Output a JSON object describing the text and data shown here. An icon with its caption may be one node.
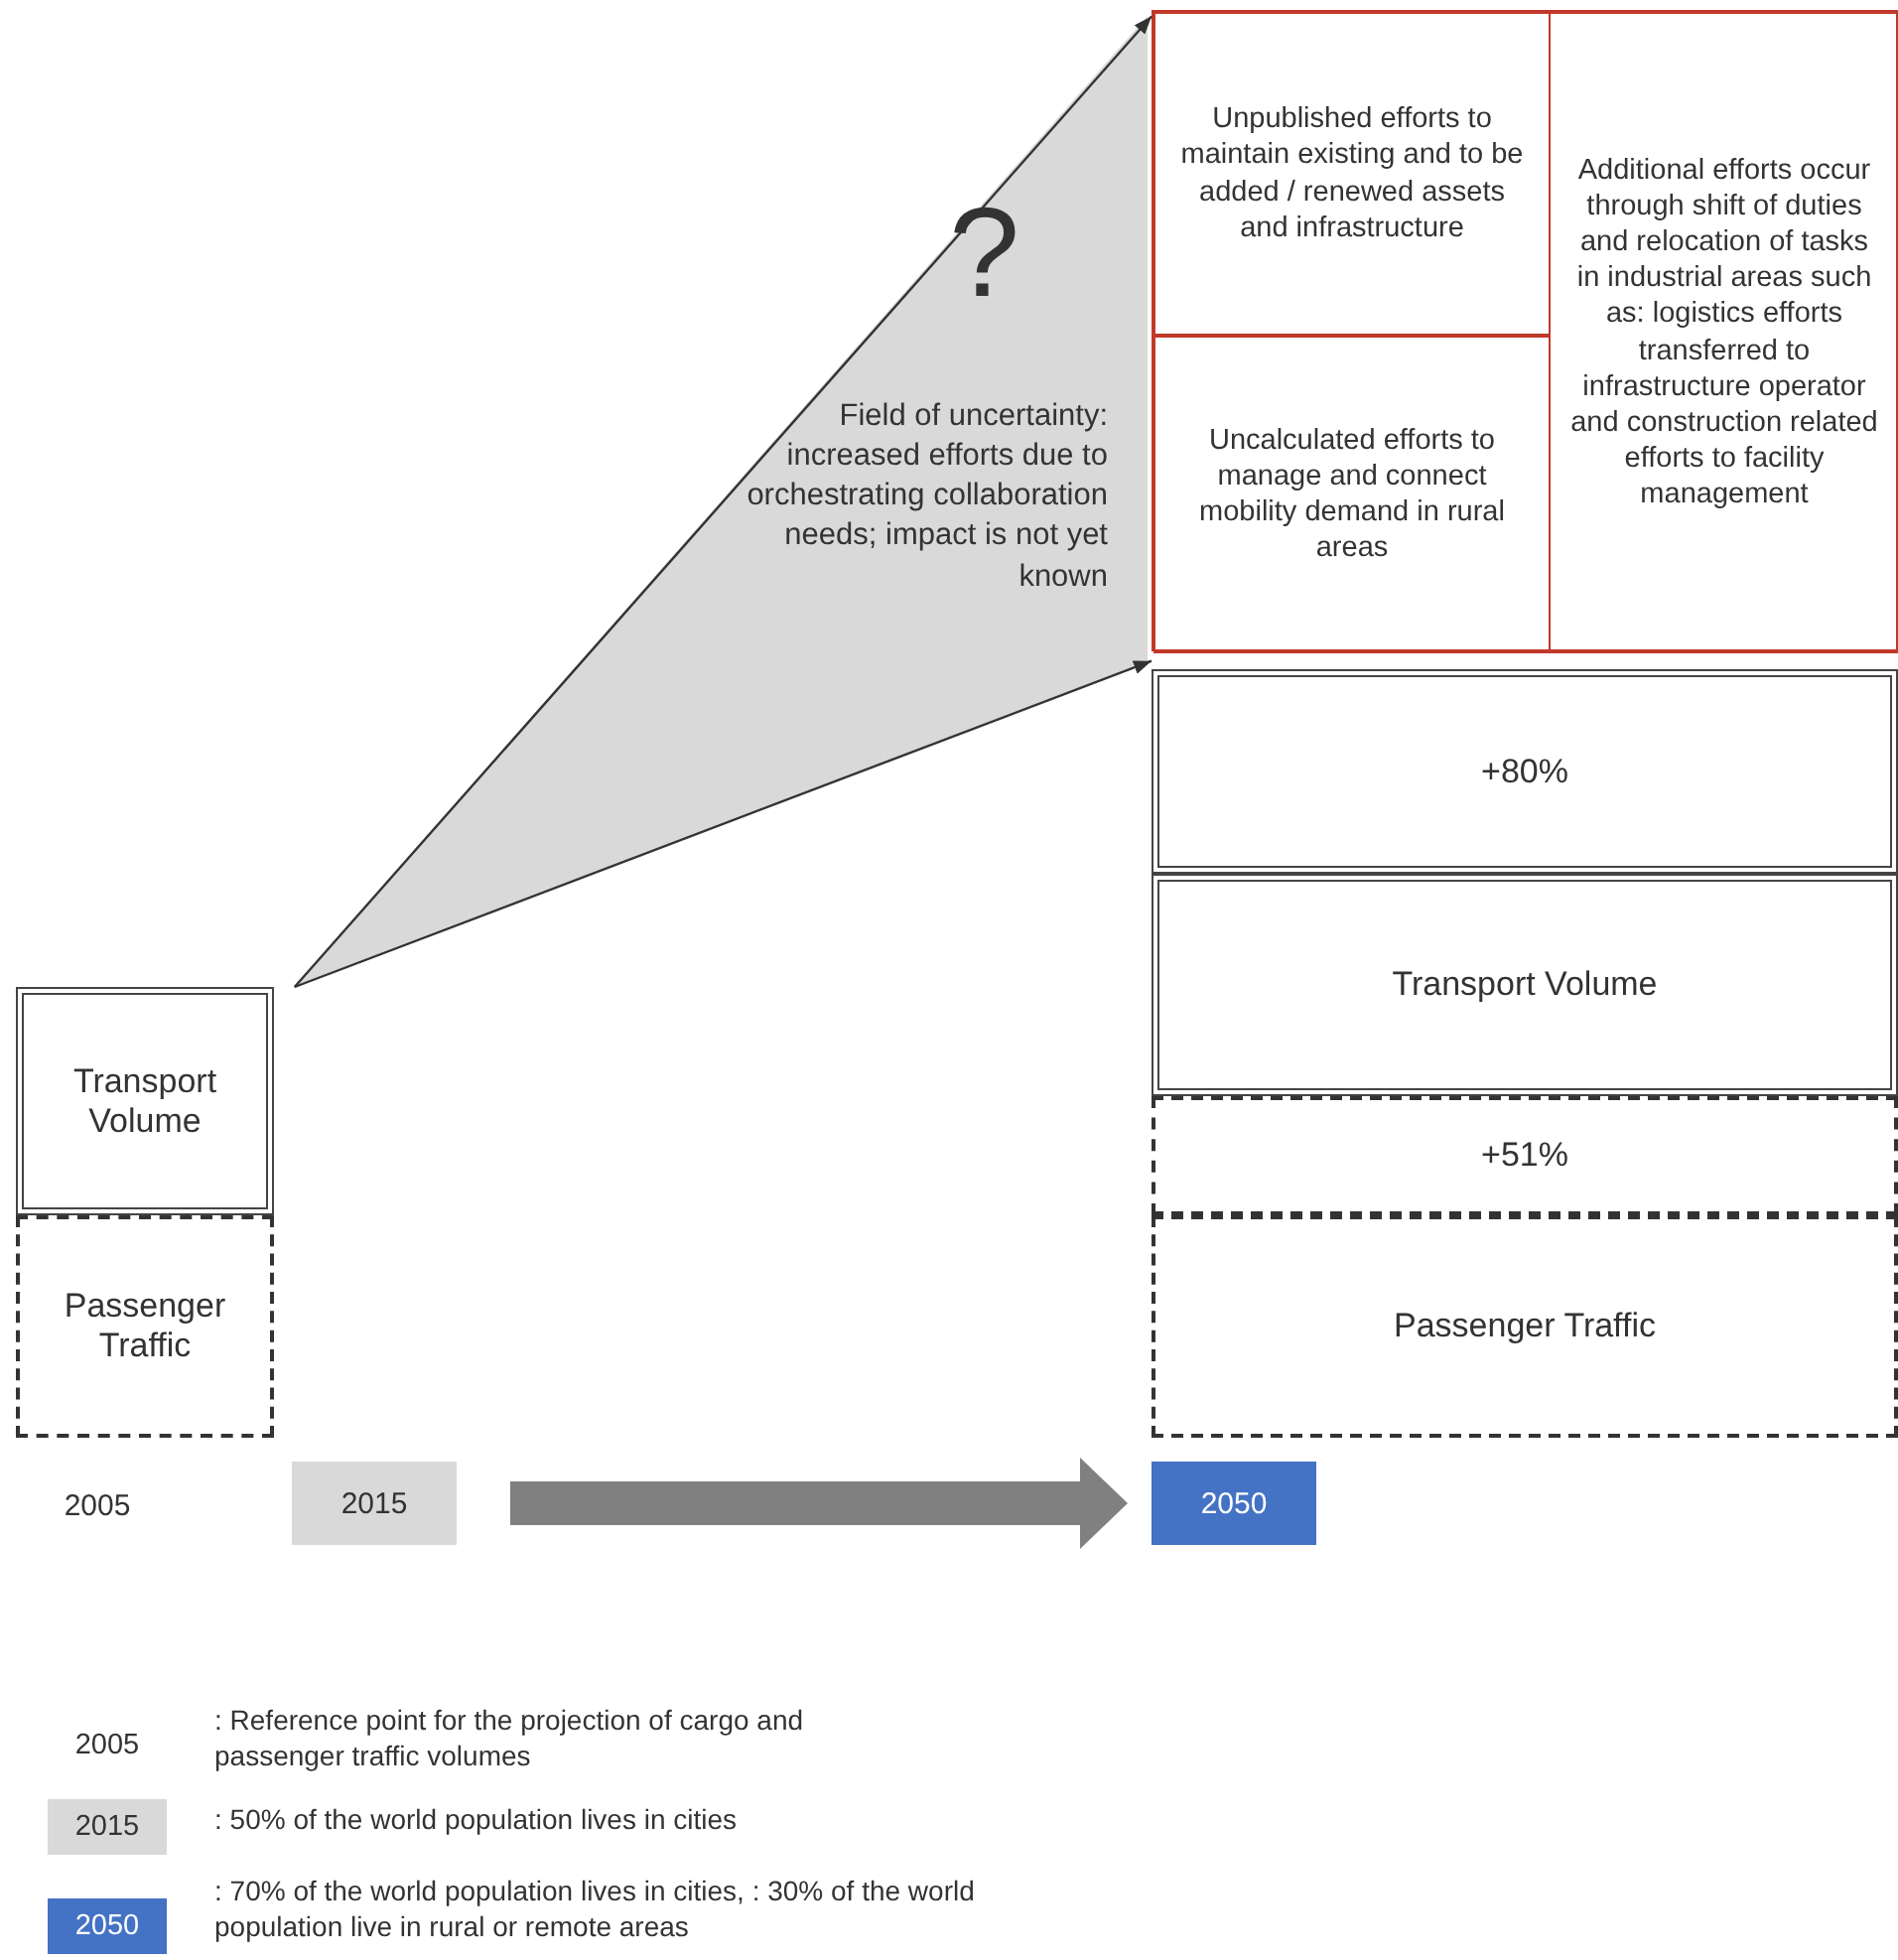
{
  "diagram": {
    "nodes": [
      {
        "text": [
          "Transport Volume"
        ]
      },
      {
        "text": [
          "Passenger Traffic"
        ]
      },
      {
        "text": [
          "?",
          "Field of uncertainty: increased efforts due to orchestrating collaboration needs; impact is not yet known"
        ]
      },
      {
        "text": [],
        "shape": "box"
      },
      {
        "text": [
          "Unpublished efforts to maintain existing and to be added / renewed assets and infrastructure"
        ],
        "in": 3
      },
      {
        "text": [
          "Uncalculated efforts to manage and connect mobility demand in rural areas"
        ],
        "in": 3
      },
      {
        "text": [
          "Additional efforts occur through shift of duties and relocation of tasks in industrial areas such as: logistics efforts transferred to infrastructure operator and construction related efforts to facility management"
        ],
        "in": 3
      },
      {
        "text": [
          "+80%"
        ]
      },
      {
        "text": [
          "Transport Volume"
        ]
      },
      {
        "text": [
          "+51%"
        ]
      },
      {
        "text": [
          "Passenger Traffic"
        ]
      },
      {
        "text": [
          "2005"
        ]
      },
      {
        "text": [
          "2015"
        ]
      },
      {
        "text": [
          "2050"
        ]
      }
    ],
    "edges": [
      {
        "from": 0,
        "to": 3,
        "arrow": "to"
      },
      {
        "from": 0,
        "to": 3,
        "arrow": "to"
      },
      {
        "from": 12,
        "to": 13,
        "arrow": "to",
        "style": "thick",
        "color": "#808080"
      }
    ],
    "labels": [
      "2005",
      "2015",
      "2050"
    ],
    "legend": [
      {
        "text": ": Reference point for the projection of cargo and passenger traffic volumes",
        "color": "#ffffff"
      },
      {
        "text": ": 50% of the world population lives in cities",
        "color": "#d9d9d9"
      },
      {
        "text": ": 70% of the world population lives in cities, : 30% of the world population live in rural or remote areas",
        "color": "#4472c4"
      }
    ]
  }
}
